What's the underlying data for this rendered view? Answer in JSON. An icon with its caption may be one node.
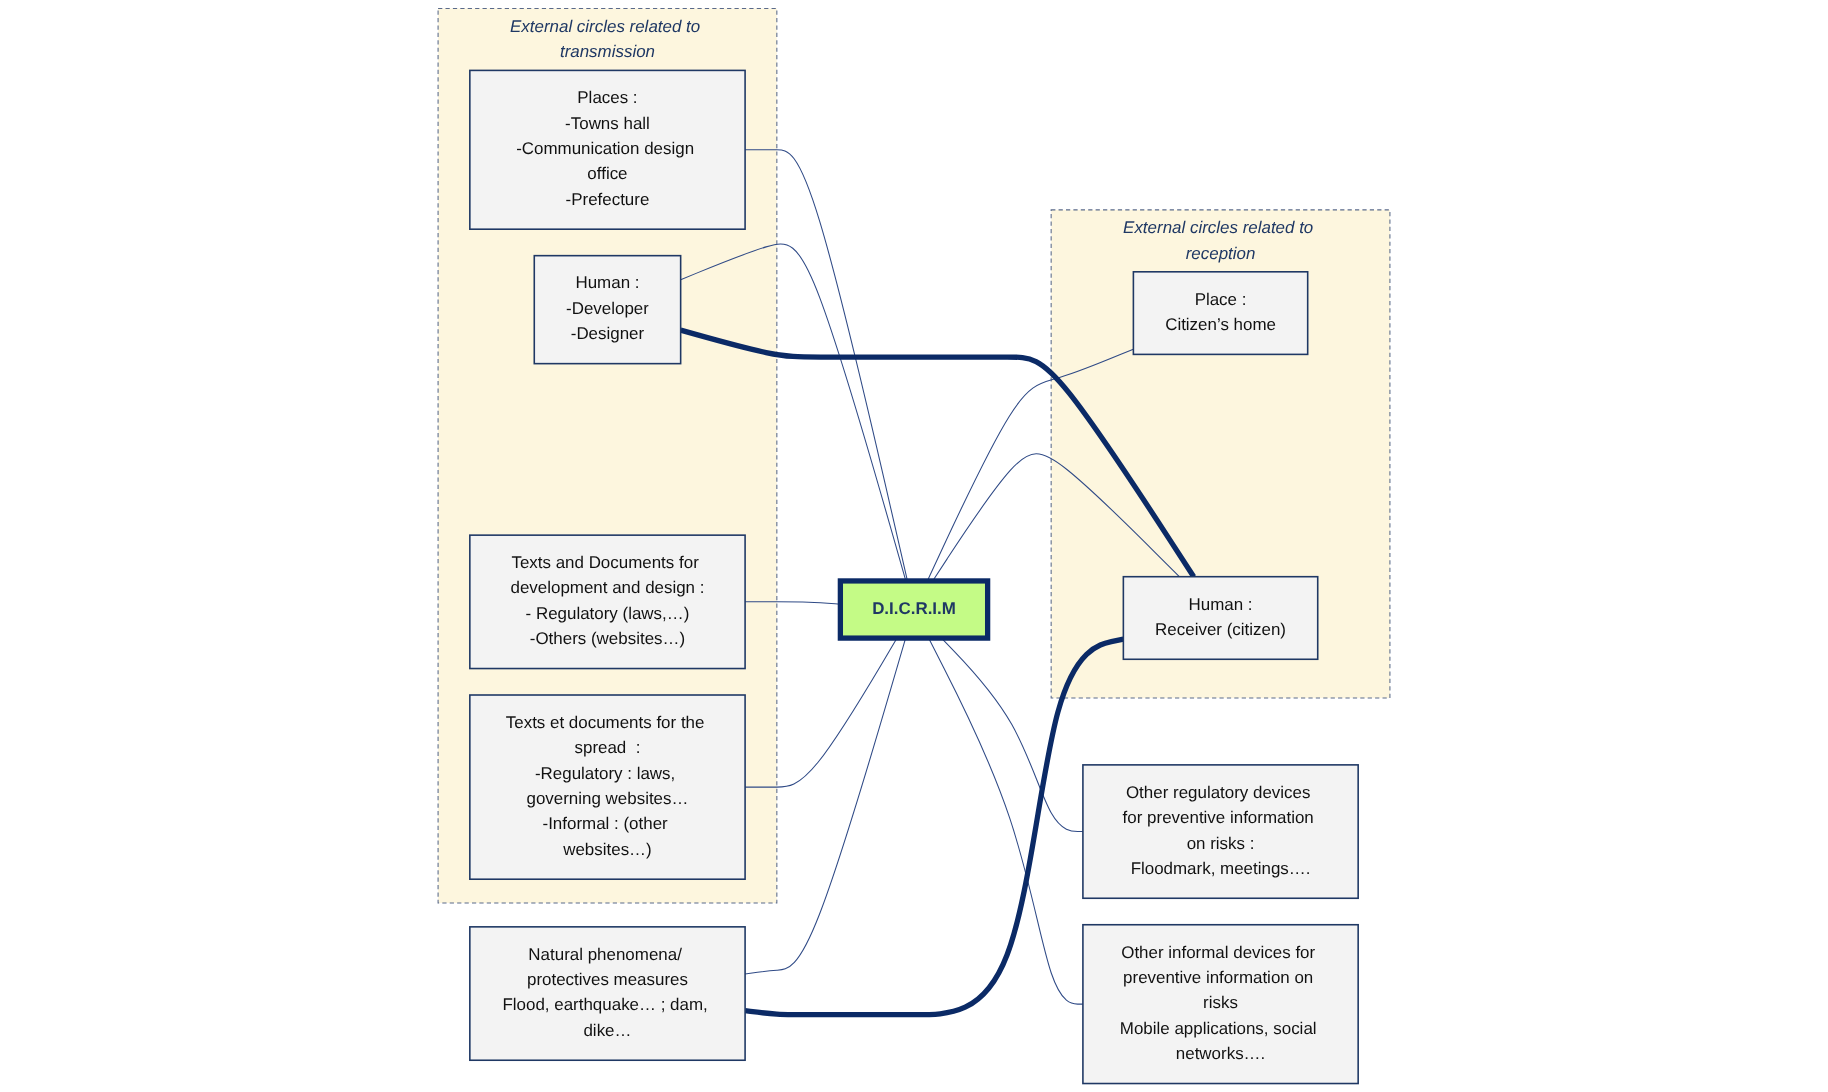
{
  "diagram": {
    "nodes": [
      {
        "text": [
          "External circles related to transmission"
        ]
      },
      {
        "text": [
          "Places :",
          "-Towns hall",
          "-Communication design office",
          "-Prefecture"
        ],
        "in": 0
      },
      {
        "text": [
          "Human :",
          "-Developer",
          "-Designer"
        ],
        "in": 0
      },
      {
        "text": [
          "Texts and Documents for development and design :",
          "- Regulatory (laws,…)",
          "-Others (websites…)"
        ],
        "in": 0
      },
      {
        "text": [
          "Texts et documents for the spread  :",
          "-Regulatory : laws, governing websites…",
          "-Informal : (other websites…)"
        ],
        "in": 0
      },
      {
        "text": [
          "Natural phenomena/ protectives measures",
          "Flood, earthquake… ; dam, dike…"
        ]
      },
      {
        "text": [
          "D.I.C.R.I.M"
        ]
      },
      {
        "text": [
          "External circles related to reception"
        ]
      },
      {
        "text": [
          "Place :",
          "Citizen’s home"
        ],
        "in": 7
      },
      {
        "text": [
          "Human :",
          "Receiver (citizen)"
        ],
        "in": 7
      },
      {
        "text": [
          "Other regulatory devices for preventive information on risks :",
          "Floodmark, meetings…."
        ]
      },
      {
        "text": [
          "Other informal devices for preventive information on risks",
          "Mobile applications, social networks…."
        ]
      }
    ],
    "edges": [
      {
        "from": 1,
        "to": 6,
        "arrow": "none"
      },
      {
        "from": 2,
        "to": 6,
        "arrow": "none"
      },
      {
        "from": 3,
        "to": 6,
        "arrow": "none"
      },
      {
        "from": 4,
        "to": 6,
        "arrow": "none"
      },
      {
        "from": 5,
        "to": 6,
        "arrow": "none"
      },
      {
        "from": 6,
        "to": 8,
        "arrow": "none"
      },
      {
        "from": 6,
        "to": 9,
        "arrow": "none"
      },
      {
        "from": 6,
        "to": 10,
        "arrow": "none"
      },
      {
        "from": 6,
        "to": 11,
        "arrow": "none"
      },
      {
        "from": 5,
        "to": 9,
        "arrow": "none",
        "style": "thick"
      },
      {
        "from": 2,
        "to": 9,
        "arrow": "none",
        "style": "thick"
      }
    ]
  }
}
